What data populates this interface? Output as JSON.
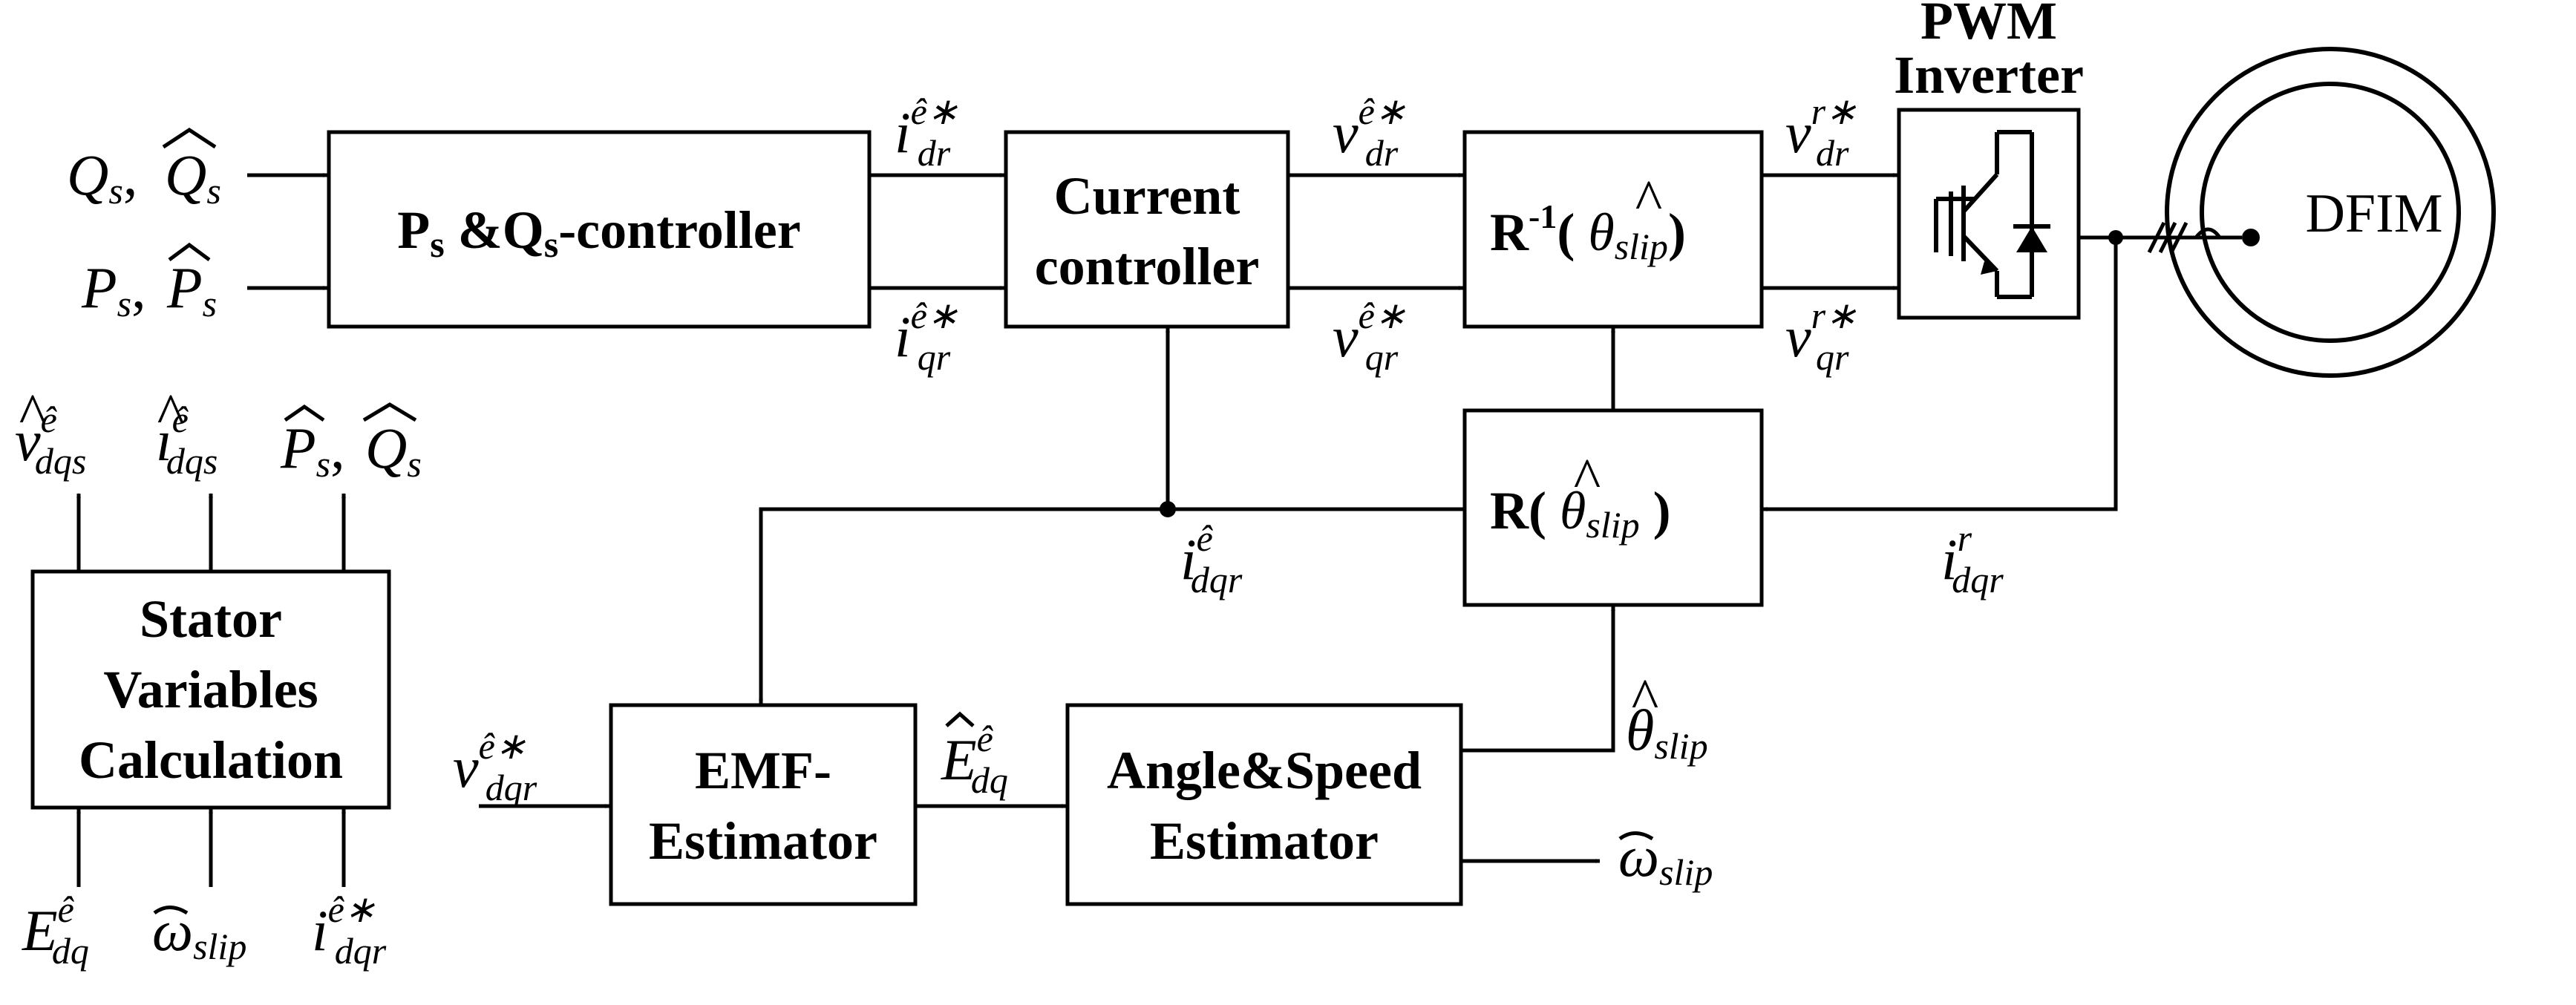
{
  "blocks": {
    "pq_controller": {
      "main": "P",
      "s1": "s",
      "mid": " &Q",
      "s2": "s",
      "rest": "-controller"
    },
    "current_controller": {
      "line1": "Current",
      "line2": "controller"
    },
    "rinv": {
      "pre": "R",
      "sup": "-1",
      "open": "( ",
      "theta": "θ",
      "sub": "slip",
      "close": ")"
    },
    "r": {
      "pre": "R( ",
      "theta": "θ",
      "sub": "slip",
      "close": " )"
    },
    "pwm_inverter": {
      "line1": "PWM",
      "line2": "Inverter"
    },
    "dfim": "DFIM",
    "stator_calc": {
      "line1": "Stator",
      "line2": "Variables",
      "line3": "Calculation"
    },
    "emf_estimator": {
      "line1": "EMF-",
      "line2": "Estimator"
    },
    "angle_speed_estimator": {
      "line1": "Angle&Speed",
      "line2": "Estimator"
    }
  },
  "signals": {
    "qs_in": {
      "a": "Q",
      "a_sub": "s",
      "comma": ",",
      "b": "Q",
      "b_sub": "s"
    },
    "ps_in": {
      "a": "P",
      "a_sub": "s",
      "comma": ",",
      "b": "P",
      "b_sub": "s"
    },
    "idr_ref": {
      "base": "i",
      "sup": "ê∗",
      "sub": "dr"
    },
    "iqr_ref": {
      "base": "i",
      "sup": "ê∗",
      "sub": "qr"
    },
    "vdr_ref_e": {
      "base": "v",
      "sup": "ê∗",
      "sub": "dr"
    },
    "vqr_ref_e": {
      "base": "v",
      "sup": "ê∗",
      "sub": "qr"
    },
    "vdr_ref_r": {
      "base": "v",
      "sup": "r∗",
      "sub": "dr"
    },
    "vqr_ref_r": {
      "base": "v",
      "sup": "r∗",
      "sub": "qr"
    },
    "idqr_e": {
      "base": "i",
      "sup": "ê",
      "sub": "dqr"
    },
    "idqr_r": {
      "base": "i",
      "sup": "r",
      "sub": "dqr"
    },
    "vdqr_ref": {
      "base": "v",
      "sup": "ê∗",
      "sub": "dqr"
    },
    "edq_hat": {
      "base": "E",
      "sup": "ê",
      "sub": "dq"
    },
    "theta_slip": {
      "base": "θ",
      "sub": "slip"
    },
    "omega_slip": {
      "base": "ω",
      "sub": "slip"
    },
    "vdqs_out": {
      "base": "v",
      "sup": "ê",
      "sub": "dqs"
    },
    "idqs_out": {
      "base": "ı",
      "sup": "ê",
      "sub": "dqs"
    },
    "pq_out": {
      "a": "P",
      "a_sub": "s",
      "comma": ",",
      "b": "Q",
      "b_sub": "s"
    },
    "edq_in": {
      "base": "E",
      "sup": "ê",
      "sub": "dq"
    },
    "omega_in": {
      "base": "ω",
      "sub": "slip"
    },
    "idqr_ref_in": {
      "base": "i",
      "sup": "ê∗",
      "sub": "dqr"
    }
  }
}
